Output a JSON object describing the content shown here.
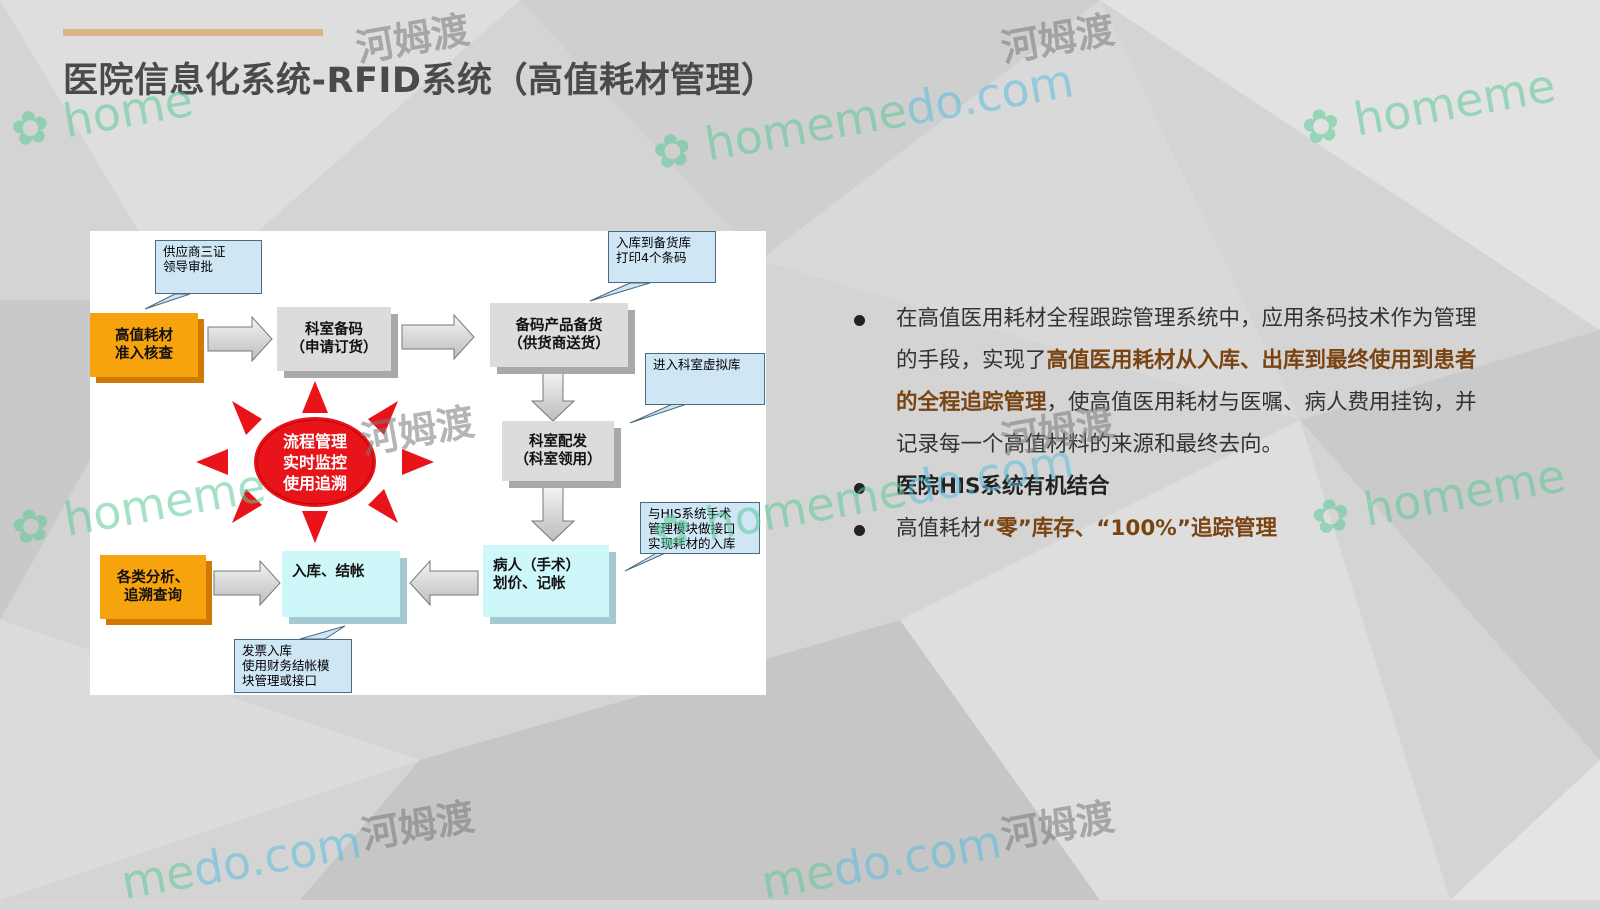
{
  "slide": {
    "title": "医院信息化系统-RFID系统（高值耗材管理）"
  },
  "diagram": {
    "callouts": [
      {
        "id": "supplier",
        "text": "供应商三证\n领导审批"
      },
      {
        "id": "stock",
        "text": "入库到备货库\n打印4个条码"
      },
      {
        "id": "virtual",
        "text": "进入科室虚拟库"
      },
      {
        "id": "his",
        "text": "与HIS系统手术\n管理模块做接口\n实现耗材的入库"
      },
      {
        "id": "invoice",
        "text": "发票入库\n使用财务结帐模\n块管理或接口"
      }
    ],
    "boxes": [
      {
        "id": "admission",
        "text": "高值耗材\n准入核查"
      },
      {
        "id": "dept_order",
        "text": "科室备码\n（申请订货）"
      },
      {
        "id": "prepare",
        "text": "备码产品备货\n（供货商送货）"
      },
      {
        "id": "dept_dist",
        "text": "科室配发\n（科室领用）"
      },
      {
        "id": "patient",
        "text": "病人（手术）\n划价、记帐"
      },
      {
        "id": "settle",
        "text": "入库、结帐"
      },
      {
        "id": "analysis",
        "text": "各类分析、\n追溯查询"
      }
    ],
    "center": {
      "text": "流程管理\n实时监控\n使用追溯"
    }
  },
  "bullets": {
    "b1_part1": "在高值医用耗材全程跟踪管理系统中，应用条码技术作为管理的手段，实现了",
    "b1_highlight": "高值医用耗材从入库、出库到最终使用到患者的全程追踪管理",
    "b1_part2": "，使高值医用耗材与医嘱、病人费用挂钩，并记录每一个高值材料的来源和最终去向。",
    "b2": "医院HIS系统有机结合",
    "b3_part1": "高值耗材",
    "b3_highlight": "“零”库存、“100%”追踪管理"
  },
  "watermark": {
    "domain_left": "home",
    "domain_right": "do.com",
    "domain_mid": "me",
    "cn": "河姆渡"
  },
  "colors": {
    "accent_bar": "#d9b381",
    "highlight_text": "#7a4412",
    "orange_box": "#f7a30e",
    "gray_box": "#dcdcdc",
    "cyan_box": "#cdf7f8",
    "sun_red": "#e8141a"
  }
}
